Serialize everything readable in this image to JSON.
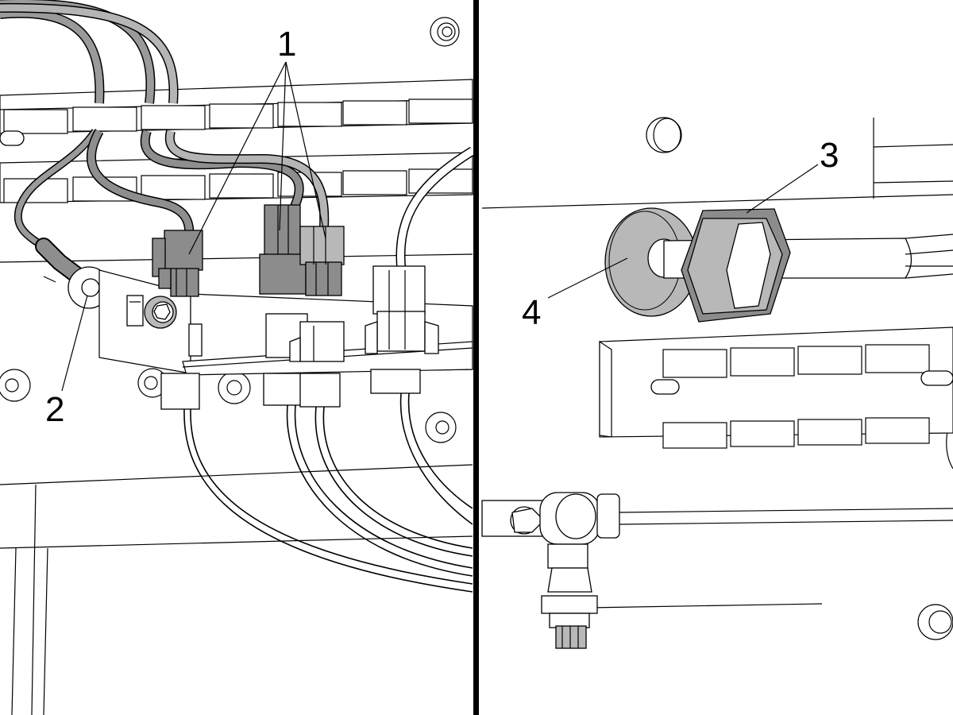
{
  "figure": {
    "callouts": {
      "c1": "1",
      "c2": "2",
      "c3": "3",
      "c4": "4"
    },
    "colors": {
      "line": "#000000",
      "wire_gray": "#9a9a9a",
      "connector_dark": "#6e6e6e",
      "connector_light": "#b0b0b0",
      "background": "#ffffff"
    }
  }
}
